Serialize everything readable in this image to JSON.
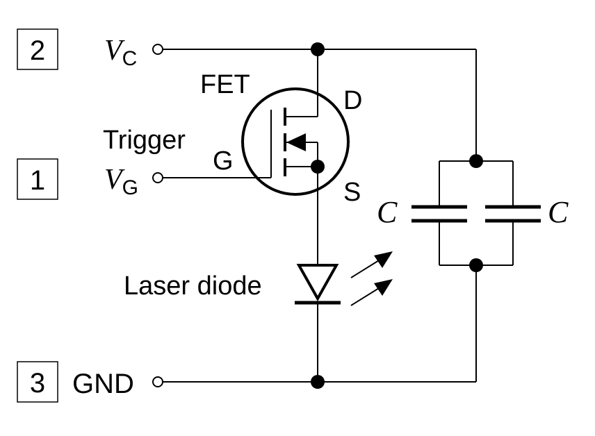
{
  "pins": [
    {
      "number": "2",
      "label_main": "V",
      "label_sub": "C"
    },
    {
      "number": "1",
      "label_main": "V",
      "label_sub": "G"
    },
    {
      "number": "3",
      "label_main": "GND"
    }
  ],
  "fet": {
    "label": "FET",
    "trigger_label": "Trigger",
    "gate_label": "G",
    "drain_label": "D",
    "source_label": "S"
  },
  "laser": {
    "label": "Laser diode"
  },
  "capacitors": [
    {
      "label": "C"
    },
    {
      "label": "C"
    }
  ]
}
